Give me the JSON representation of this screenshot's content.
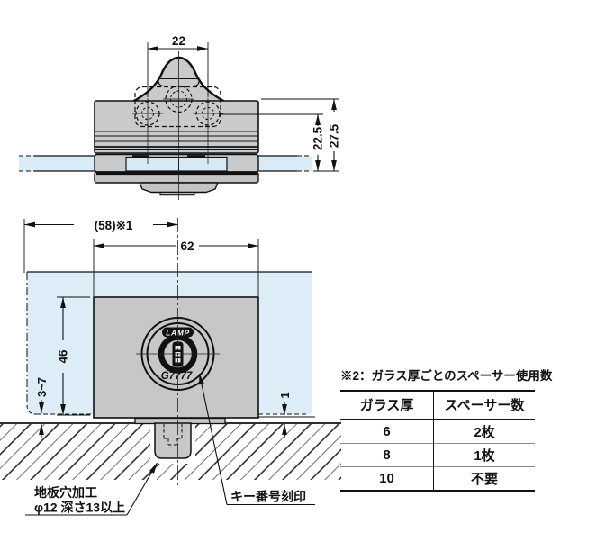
{
  "side_view": {
    "dim_hole_pitch": "22",
    "dim_height_holes": "22.5",
    "dim_height_total": "27.5"
  },
  "front_view": {
    "dim_center_offset": "(58)※1",
    "dim_body_width": "62",
    "dim_body_height": "46",
    "dim_glass_floor_gap": "3~7",
    "dim_body_floor_gap": "1",
    "cylinder_brand": "LAMP",
    "key_number": "G7777"
  },
  "callouts": {
    "floor_hole_line1": "地板穴加工",
    "floor_hole_line2": "φ12 深さ13以上",
    "key_number_label": "キー番号刻印"
  },
  "note": {
    "title": "※2：ガラス厚ごとのスペーサー使用数",
    "table": {
      "headers": [
        "ガラス厚",
        "スペーサー数"
      ],
      "rows": [
        [
          "6",
          "2枚"
        ],
        [
          "8",
          "1枚"
        ],
        [
          "10",
          "不要"
        ]
      ]
    }
  },
  "colors": {
    "glass": "#d9ebf6",
    "glass_light": "#e2f0f9",
    "body_gray": "#c7c8ca",
    "body_gray_dark": "#c0c1c3",
    "line": "#111111"
  }
}
